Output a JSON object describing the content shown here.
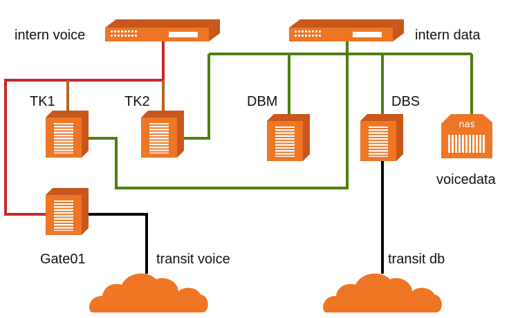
{
  "colors": {
    "orange": "#EE7625",
    "orange_dark": "#C9561A",
    "red_link": "#C42A2A",
    "green_link": "#4C7F12",
    "black_link": "#000000",
    "brown_link": "#B5651D"
  },
  "labels": {
    "intern_voice": "intern voice",
    "intern_data": "intern data",
    "tk1": "TK1",
    "tk2": "TK2",
    "dbm": "DBM",
    "dbs": "DBS",
    "voicedata": "voicedata",
    "nas": "nas",
    "gate01": "Gate01",
    "transit_voice": "transit voice",
    "transit_db": "transit db"
  },
  "icons": {
    "switch": "network-switch-icon",
    "server": "server-tower-icon",
    "nas": "nas-storage-icon",
    "cloud": "cloud-icon"
  }
}
